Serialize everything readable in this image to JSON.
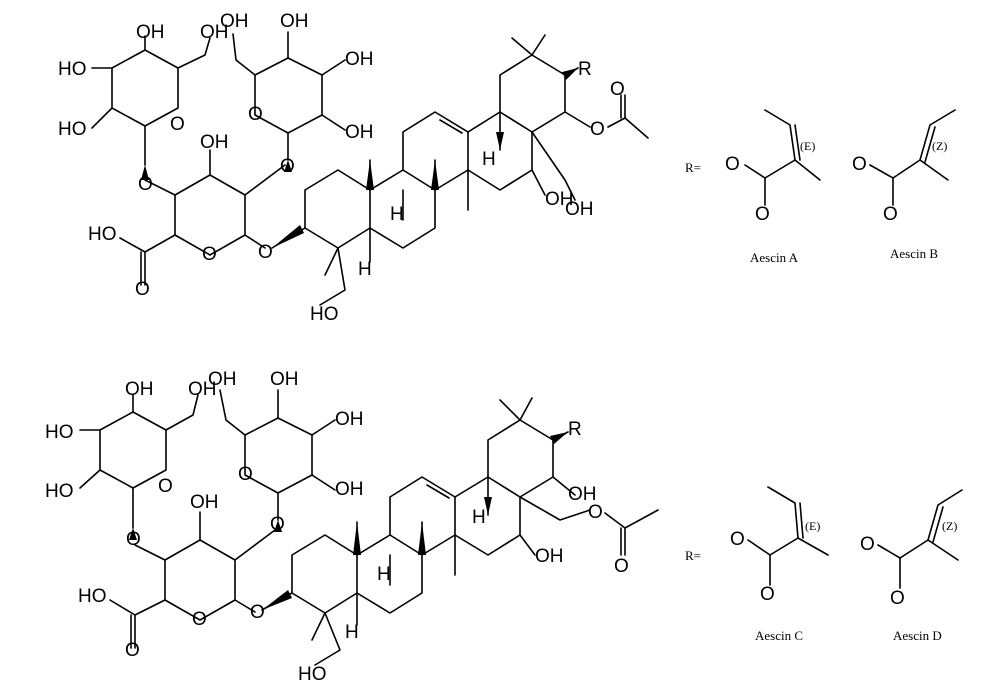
{
  "top_molecule": {
    "atoms": {
      "oh_gal_top": "OH",
      "oh_gal_ch2": "OH",
      "oh_glu_ch2": "OH",
      "oh_glu_top": "OH",
      "ho_gal_left": "HO",
      "oh_glu_right": "OH",
      "ho_gal_lower": "HO",
      "o_gal_ring": "O",
      "o_glu_ring": "O",
      "oh_glcA": "OH",
      "oh_glu_lower": "OH",
      "o_link_gal": "O",
      "o_link_glu": "O",
      "ho_acid": "HO",
      "o_glcA_ring": "O",
      "o_link_aglycone": "O",
      "o_acid": "O",
      "r_label": "R",
      "o_acetoxy": "O",
      "o_acetyl": "O",
      "oh_c16": "OH",
      "oh_c28": "OH",
      "h_c18": "H",
      "h_c9": "H",
      "h_c5": "H",
      "ho_c24": "HO"
    },
    "r_group": {
      "prefix": "R=",
      "left": {
        "o_carbonyl": "O",
        "o_link": "O",
        "isomer": "(E)",
        "name": "Aescin A"
      },
      "right": {
        "o_carbonyl": "O",
        "o_link": "O",
        "isomer": "(Z)",
        "name": "Aescin B"
      }
    }
  },
  "bottom_molecule": {
    "atoms": {
      "oh_gal_top": "OH",
      "oh_gal_ch2": "OH",
      "oh_glu_ch2": "OH",
      "oh_glu_top": "OH",
      "ho_gal_left": "HO",
      "oh_glu_right": "OH",
      "ho_gal_lower": "HO",
      "o_gal_ring": "O",
      "o_glu_ring": "O",
      "oh_glcA": "OH",
      "oh_glu_lower": "OH",
      "o_link_gal": "O",
      "o_link_glu": "O",
      "ho_acid": "HO",
      "o_glcA_ring": "O",
      "o_link_aglycone": "O",
      "o_acid": "O",
      "r_label": "R",
      "oh_c21": "OH",
      "o_ester": "O",
      "o_acetyl": "O",
      "oh_c16": "OH",
      "h_c18": "H",
      "h_c9": "H",
      "h_c5": "H",
      "ho_c24": "HO"
    },
    "r_group": {
      "prefix": "R=",
      "left": {
        "o_carbonyl": "O",
        "o_link": "O",
        "isomer": "(E)",
        "name": "Aescin C"
      },
      "right": {
        "o_carbonyl": "O",
        "o_link": "O",
        "isomer": "(Z)",
        "name": "Aescin D"
      }
    }
  }
}
